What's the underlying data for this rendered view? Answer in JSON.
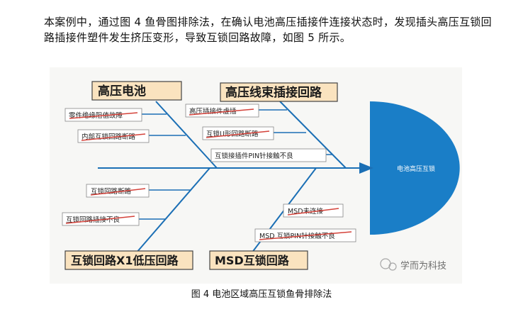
{
  "paragraph": "本案例中，通过图 4 鱼骨图排除法，在确认电池高压插接件连接状态时，发现插头高压互锁回路插接件塑件发生挤压变形，导致互锁回路故障，如图 5 所示。",
  "caption": "图 4 电池区域高压互锁鱼骨排除法",
  "fishbone": {
    "head_label": "电池高压互锁",
    "categories": {
      "top_left": "高压电池",
      "top_right": "高压线束插接回路",
      "bottom_left": "互锁回路X1低压回路",
      "bottom_right": "MSD互锁回路"
    },
    "causes": {
      "tl_1": "零件绝缘阻值故障",
      "tl_2": "内部互锁回路断路",
      "tr_1": "高压插接件虚插",
      "tr_2": "互锁U形回路断路",
      "tr_3": "互锁接插件PIN针接触不良",
      "bl_1": "互锁回路断路",
      "bl_2": "互锁回路插接不良",
      "br_1": "MSD未连接",
      "br_2": "MSD 互锁PIN针接触不良"
    },
    "watermark": "学而为科技"
  },
  "colors": {
    "bone": "#1b6fb5",
    "head": "#1a7ec7",
    "category_fill": "#fae3bf",
    "category_border": "#444444",
    "strike": "#d4423a"
  }
}
